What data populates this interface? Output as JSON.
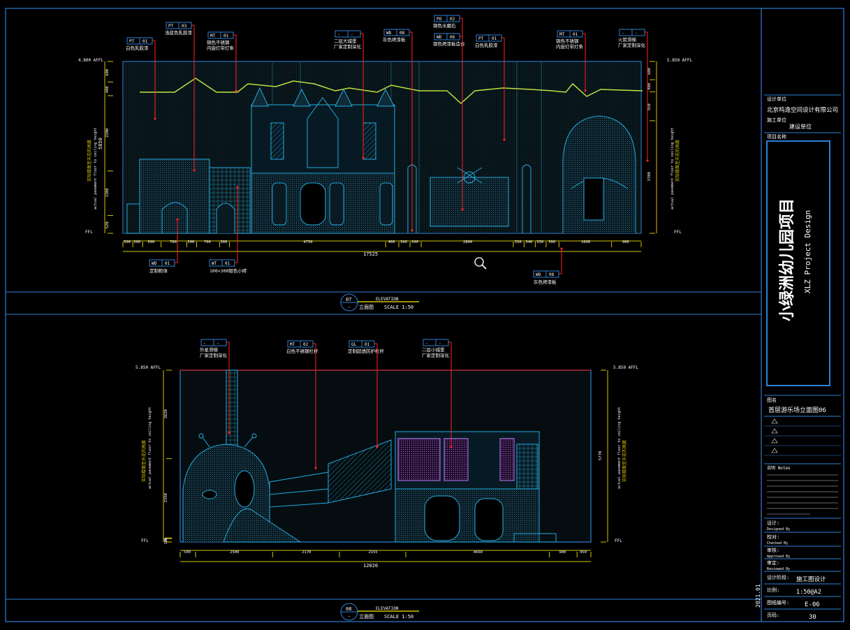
{
  "drawing": {
    "top_view": {
      "tag_top": "07",
      "tag_bottom": "-",
      "label_en": "ELEVATION",
      "label_cn": "立面图",
      "scale": "SCALE 1:50",
      "total_dim": "17525",
      "dims": [
        "300",
        "300",
        "560",
        "780",
        "300",
        "700",
        "300",
        "4750",
        "400",
        "340",
        "340",
        "2800",
        "330",
        "340",
        "330",
        "390",
        "1600",
        "900"
      ],
      "left_vert_dims": [
        "600",
        "400",
        "2200",
        "1300",
        "520"
      ],
      "right_vert_dims": [
        "600",
        "400",
        "950",
        "3700"
      ],
      "overall_h": "5850",
      "level_top_left": "4.800 AFFL",
      "level_top_right": "5.850 AFFL",
      "level_bottom_left": "FFL",
      "level_bottom_right": "FFL",
      "side_text_cn": "实际楼面至天花的高度",
      "side_text_en": "actual pavement floor to ceiling height",
      "tags": [
        {
          "code": "PT",
          "num": "01",
          "text": "白色乳胶漆"
        },
        {
          "code": "PT",
          "num": "03",
          "text": "浅蓝色乳胶漆"
        },
        {
          "code": "MT",
          "num": "01",
          "text": "铜色不锈钢\n内嵌灯带灯条"
        },
        {
          "code": "-",
          "num": "-",
          "text": "二层大城堡\n厂家定制深化"
        },
        {
          "code": "WD",
          "num": "08",
          "text": "灰色烤漆板"
        },
        {
          "code": "PO",
          "num": "02",
          "text": "铜色水磨石"
        },
        {
          "code": "WD",
          "num": "06",
          "text": "银色烤漆板造合"
        },
        {
          "code": "PT",
          "num": "01",
          "text": "白色乳胶漆"
        },
        {
          "code": "MT",
          "num": "01",
          "text": "铜色不锈钢\n内嵌灯带灯条"
        },
        {
          "code": "-",
          "num": "-",
          "text": "火箭滑梯\n厂家定制深化"
        }
      ],
      "bottom_tags": [
        {
          "code": "WD",
          "num": "01",
          "text": "定制柜体"
        },
        {
          "code": "WT",
          "num": "01",
          "text": "100×300银色小砖"
        },
        {
          "code": "WD",
          "num": "08",
          "text": "灰色烤漆板"
        }
      ]
    },
    "bottom_view": {
      "tag_top": "08",
      "tag_bottom": "-",
      "label_en": "ELEVATION",
      "label_cn": "立面图",
      "scale": "SCALE 1:50",
      "total_dim": "12020",
      "dims": [
        "500",
        "2500",
        "2170",
        "2155",
        "4660",
        "900",
        "450"
      ],
      "left_vert_dims": [
        "2620",
        "2350",
        "20",
        "100"
      ],
      "right_vert_dims": [
        "5770"
      ],
      "level_top_left": "5.850 AFFL",
      "level_top_right": "5.850 AFFL",
      "level_bottom_left": "FFL",
      "level_bottom_right": "FFL",
      "side_text_cn": "实际楼面至天花的高度",
      "side_text_en": "actual pavement floor to ceiling height",
      "tags": [
        {
          "code": "-",
          "num": "-",
          "text": "外星滑梯\n厂家定制深化"
        },
        {
          "code": "MT",
          "num": "02",
          "text": "白色不锈钢栏杆"
        },
        {
          "code": "GL",
          "num": "01",
          "text": "定制超透防护栏杆"
        },
        {
          "code": "-",
          "num": "-",
          "text": "二层小城堡\n厂家定制深化"
        }
      ]
    }
  },
  "title_block": {
    "designer_label": "设计单位",
    "designer_name": "北京鸣逸空间设计有限公司",
    "construction_label": "施工单位",
    "construction_value": "建设单位",
    "project_label": "项目名称",
    "project_name_cn": "小绿洲幼儿园项目",
    "project_name_en": "XLZ Project Design",
    "drawing_name_label": "图名",
    "drawing_name": "首层游乐场立面图06",
    "date": "2021.01",
    "notes_label": "说明 Notes",
    "designed_label": "设计:",
    "designed_en": "Designed By",
    "checked_label": "校对:",
    "checked_en": "Checked By",
    "approved_label": "审核:",
    "approved_en": "Approved By",
    "review_label": "审定:",
    "review_en": "Reviewed By",
    "stage_label": "设计阶段:",
    "stage_value": "施工图设计",
    "scale_label": "比例:",
    "scale_value": "1:50@A2",
    "sheet_no_label": "图纸编号:",
    "sheet_no_value": "E-06",
    "page_label": "页码:",
    "page_value": "30"
  },
  "colors": {
    "frame": "#2e7fd6",
    "leader": "#ff2222",
    "dim": "#d4c400",
    "drawing": "#22aadd",
    "accent": "#c0e040",
    "magenta": "#c080ff",
    "text": "#ffffff"
  }
}
